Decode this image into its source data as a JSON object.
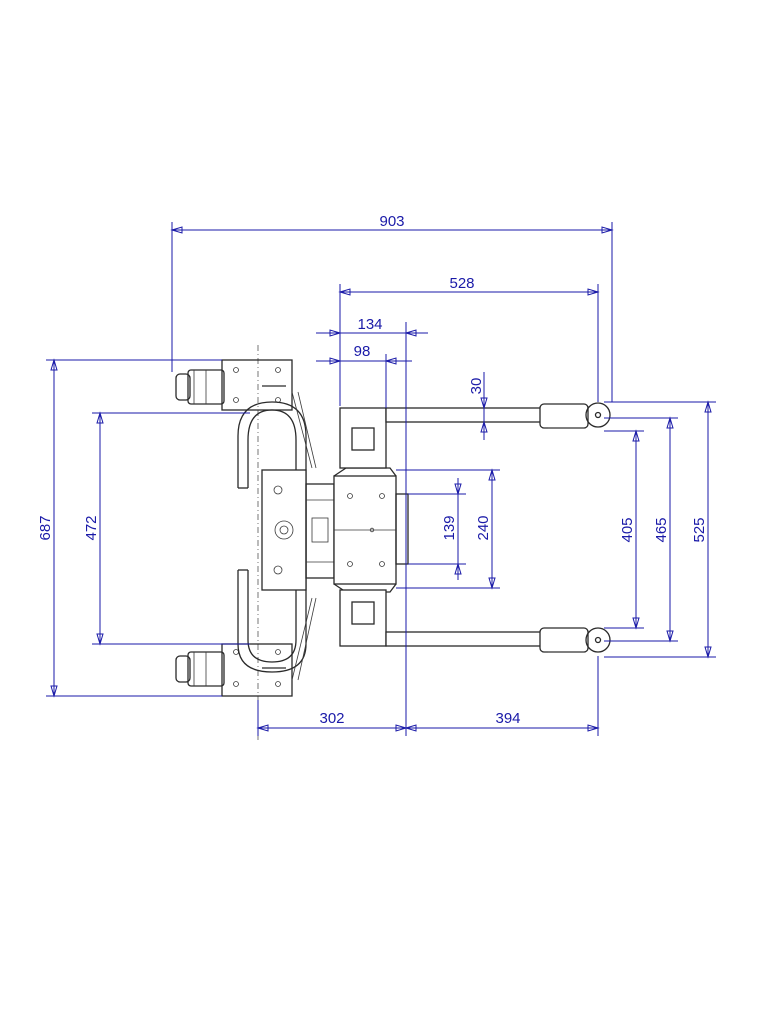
{
  "colors": {
    "dimension": "#1a1aa8",
    "part": "#2a2a2a",
    "background": "#ffffff"
  },
  "dimensions": {
    "overall_length": "903",
    "fork_length": "528",
    "offset_134": "134",
    "offset_98": "98",
    "fork_width": "30",
    "total_height": "687",
    "inner_height": "472",
    "carriage_139": "139",
    "carriage_240": "240",
    "fork_gap_405": "405",
    "fork_span_465": "465",
    "outer_span_525": "525",
    "rear_302": "302",
    "front_394": "394"
  }
}
